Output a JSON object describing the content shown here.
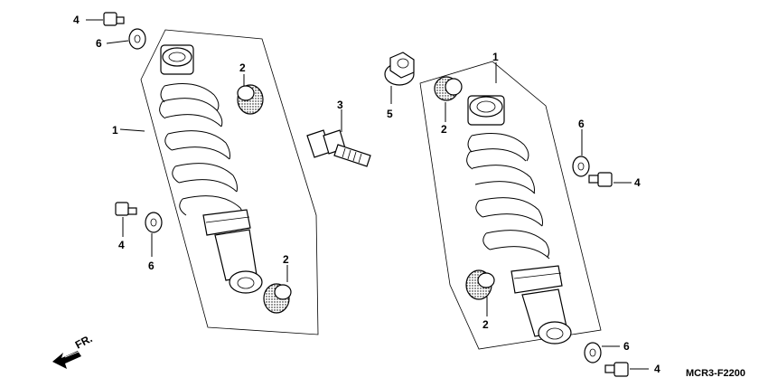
{
  "diagram": {
    "diagram_code": "MCR3-F2200",
    "direction_label": "FR.",
    "callouts": {
      "left_shock": "1",
      "right_shock": "1",
      "bushing_left_upper": "2",
      "bushing_left_lower": "2",
      "bushing_right_upper": "2",
      "bushing_right_lower": "2",
      "stud_bolt": "3",
      "bolt_left_top": "4",
      "bolt_left_mid": "4",
      "bolt_right_mid": "4",
      "bolt_right_bottom": "4",
      "flange_nut": "5",
      "washer_left_top": "6",
      "washer_left_mid": "6",
      "washer_right_mid": "6",
      "washer_right_bottom": "6"
    }
  }
}
